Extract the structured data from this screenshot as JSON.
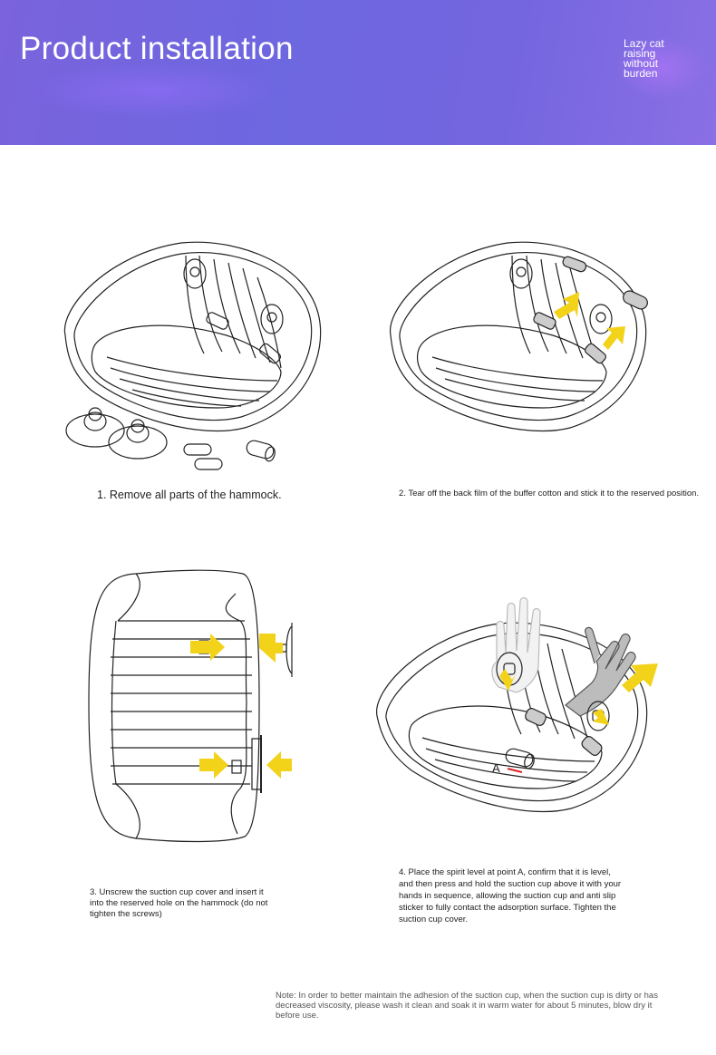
{
  "header": {
    "title": "Product installation",
    "tagline": [
      "Lazy cat",
      "raising",
      "without",
      "burden"
    ]
  },
  "steps": [
    {
      "caption": "1. Remove all parts of the hammock."
    },
    {
      "caption": "2. Tear off the back film of the buffer cotton and stick it to the reserved position."
    },
    {
      "caption": "3. Unscrew the suction cup cover and insert it into the reserved hole on the hammock (do not tighten the screws)"
    },
    {
      "caption": "4. Place the spirit level at point A, confirm that it is level, and then press and hold the suction cup above it with your hands in sequence, allowing the suction cup and anti slip sticker to fully contact the adsorption surface. Tighten the suction cup cover.",
      "point_label": "A"
    }
  ],
  "note": "Note: In order to better maintain the adhesion of the suction cup, when the suction cup is dirty or has decreased viscosity, please wash it clean and soak it in warm water for about 5 minutes, blow dry it before use.",
  "colors": {
    "banner": "#7068df",
    "arrow": "#f3d21a",
    "line": "#222222"
  }
}
